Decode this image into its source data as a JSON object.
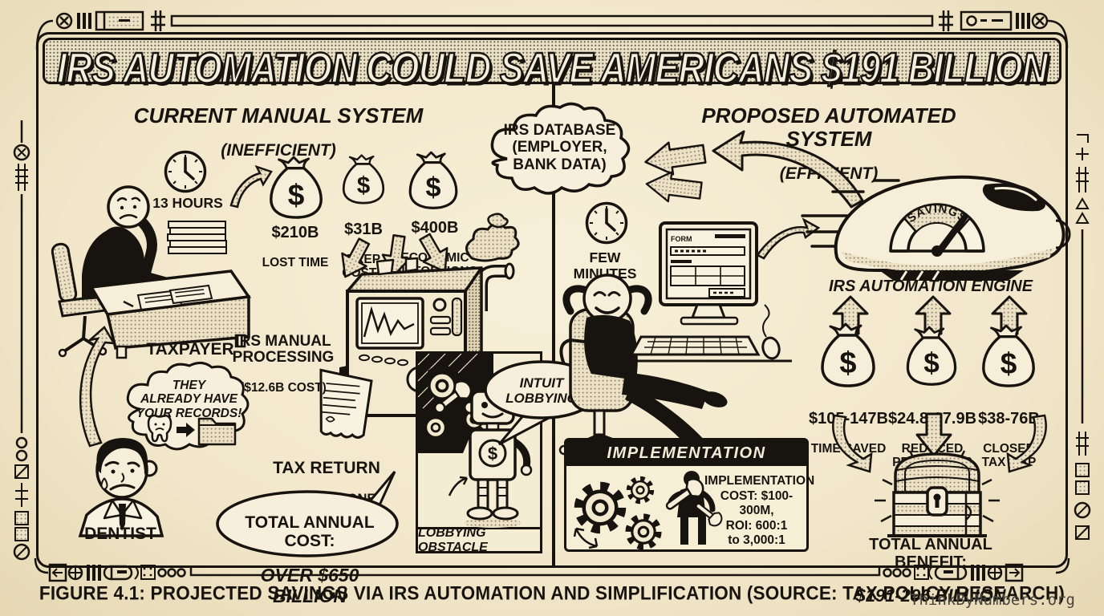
{
  "colors": {
    "paper": "#f2e7cb",
    "ink": "#17130e",
    "halftone": "#e9e0c6"
  },
  "title": {
    "text": "IRS AUTOMATION COULD SAVE AMERICANS $191 BILLION"
  },
  "left": {
    "header": "CURRENT MANUAL SYSTEM",
    "subheader": "(INEFFICIENT)",
    "clock": "13 HOURS",
    "taxpayer": "TAXPAYER",
    "bags": [
      {
        "amount": "$210B",
        "label": "LOST TIME"
      },
      {
        "amount": "$31B",
        "label": "PREP\nCOSTS"
      },
      {
        "amount": "$400B",
        "label": "ECONOMIC\nDISTORTIONS"
      }
    ],
    "processing": "IRS MANUAL\nPROCESSING",
    "processing_cost": "($12.6B COST)",
    "tax_return": "TAX RETURN",
    "tax_return_note": "(ERROR PRONE)",
    "thought": "THEY\nALREADY HAVE\nYOUR RECORDS!",
    "dentist": "DENTIST",
    "total_cost_label": "TOTAL ANNUAL COST:",
    "total_cost_value": "OVER $650 BILLION",
    "lobby_bubble": "INTUIT\nLOBBYING",
    "lobby_caption": "LOBBYING OBSTACLE"
  },
  "right": {
    "header": "PROPOSED AUTOMATED SYSTEM",
    "subheader": "(EFFICIENT)",
    "cloud": "IRS DATABASE\n(EMPLOYER,\nBANK DATA)",
    "clock": "FEW MINUTES",
    "gauge": "SAVINGS",
    "engine": "IRS AUTOMATION ENGINE",
    "bags": [
      {
        "amount": "$105-147B",
        "label": "TIME SAVED"
      },
      {
        "amount": "$24.8-27.9B",
        "label": "REDUCED\nPREP COSTS"
      },
      {
        "amount": "$38-76B",
        "label": "CLOSED\nTAX GAP"
      }
    ],
    "impl_header": "IMPLEMENTATION",
    "impl_text": "IMPLEMENTATION\nCOST: $100-300M,\nROI: 600:1\nto 3,000:1",
    "benefit_label": "TOTAL ANNUAL BENEFIT:",
    "benefit_value": "$191-296 BILLION"
  },
  "footer": {
    "caption": "FIGURE 4.1: PROJECTED SAVINGS VIA IRS AUTOMATION AND SIMPLIFICATION (SOURCE: TAX POLICY RESEARCH)",
    "watermark": "ThinkByNumbers.org"
  }
}
